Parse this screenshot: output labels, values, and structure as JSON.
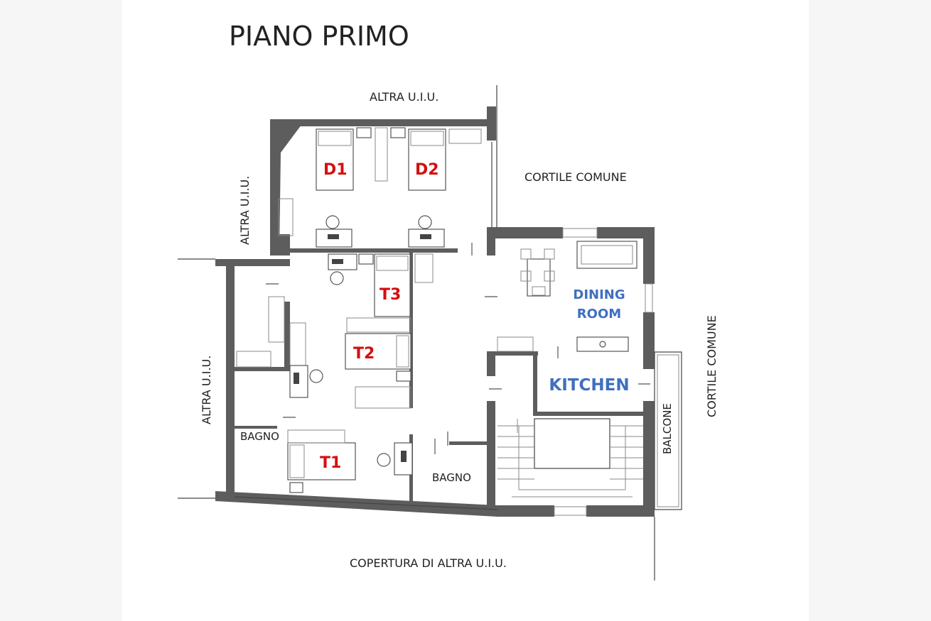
{
  "title": "PIANO PRIMO",
  "labels": {
    "altra_top": "ALTRA U.I.U.",
    "altra_left_top": "ALTRA U.I.U.",
    "altra_left_bottom": "ALTRA U.I.U.",
    "cortile_top": "CORTILE COMUNE",
    "cortile_right": "CORTILE COMUNE",
    "balcone": "BALCONE",
    "copertura": "COPERTURA DI ALTRA U.I.U.",
    "bagno_left": "BAGNO",
    "bagno_center": "BAGNO"
  },
  "rooms": {
    "d1": "D1",
    "d2": "D2",
    "t1": "T1",
    "t2": "T2",
    "t3": "T3",
    "dining_line1": "DINING",
    "dining_line2": "ROOM",
    "kitchen": "KITCHEN"
  },
  "colors": {
    "room_code": "#d40f0f",
    "room_name": "#3f6fc0",
    "wall": "#5d5d5d"
  }
}
